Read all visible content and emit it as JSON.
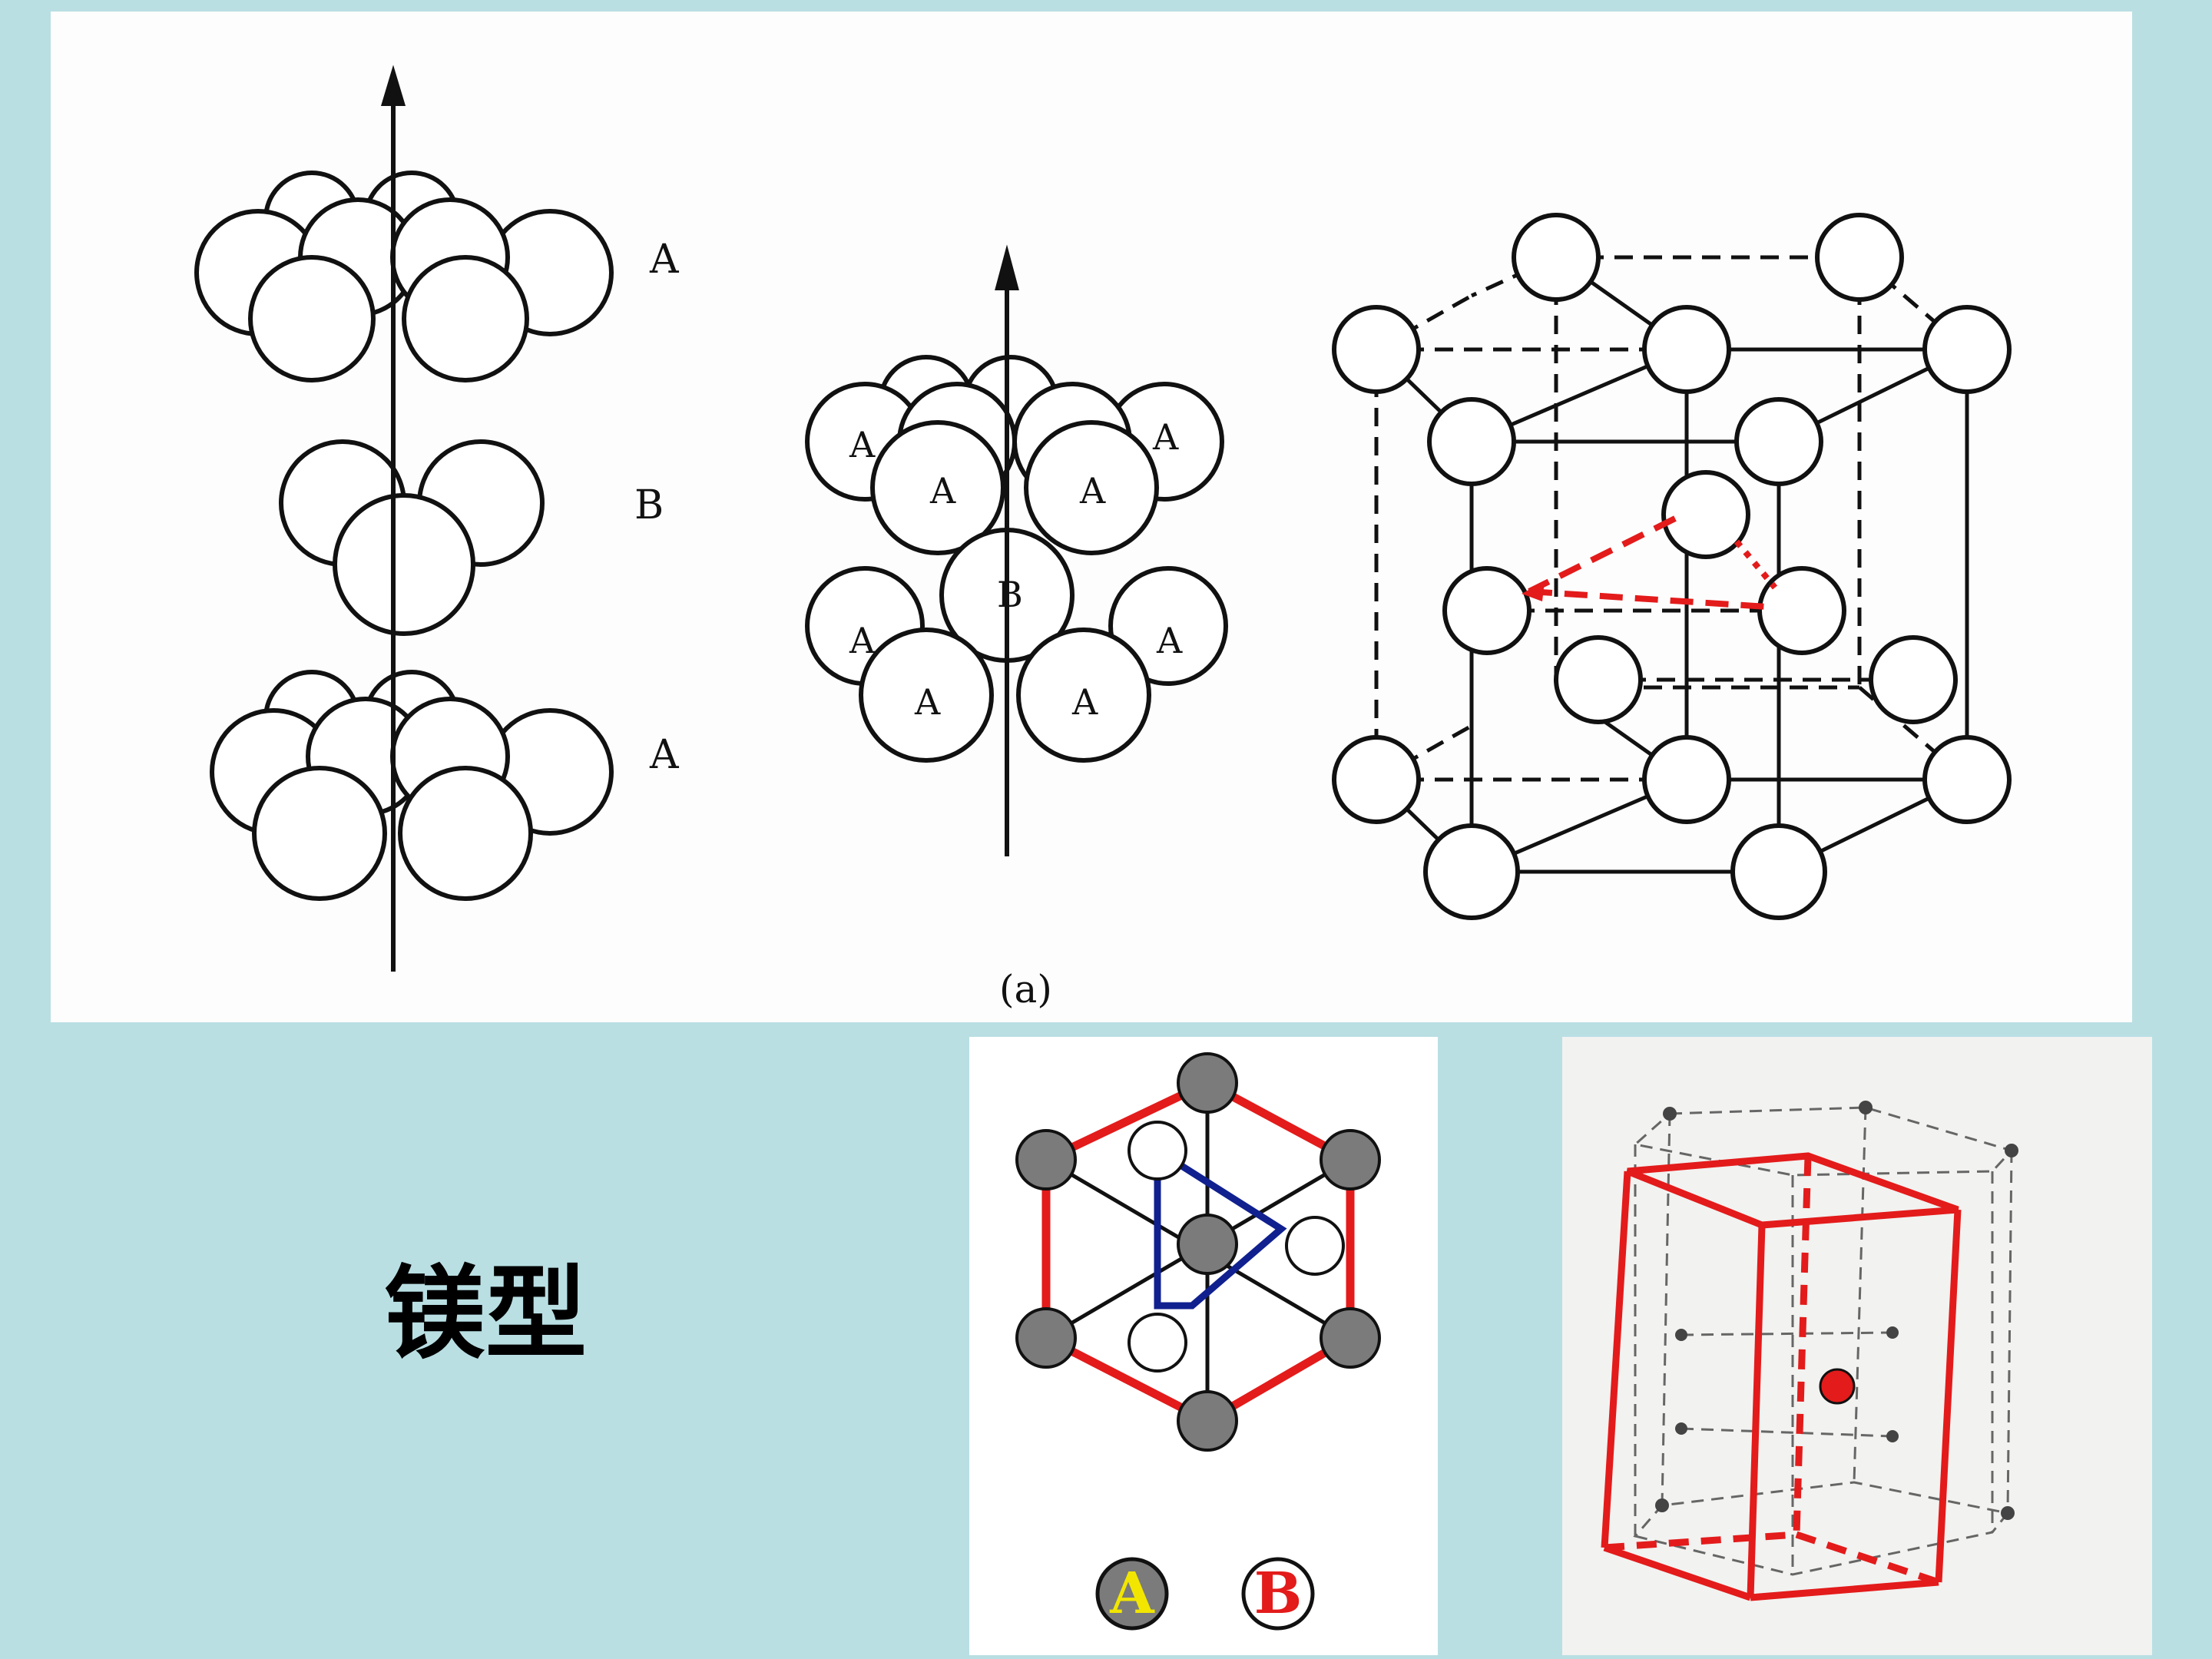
{
  "top_figure": {
    "layer_labels": [
      "A",
      "B",
      "A"
    ],
    "sphere_labels": {
      "upper": [
        "A",
        "A",
        "A",
        "A"
      ],
      "middle": "B",
      "lower": [
        "A",
        "A",
        "A",
        "A"
      ]
    },
    "sub_label": "(a)"
  },
  "caption": "镁型",
  "hex_legend": {
    "a": "A",
    "b": "B"
  },
  "colors": {
    "background": "#b9dfe3",
    "red": "#e31b1b",
    "blue": "#10208f",
    "gray_atom": "#7b7b7b",
    "legend_yellow": "#f2e600"
  }
}
